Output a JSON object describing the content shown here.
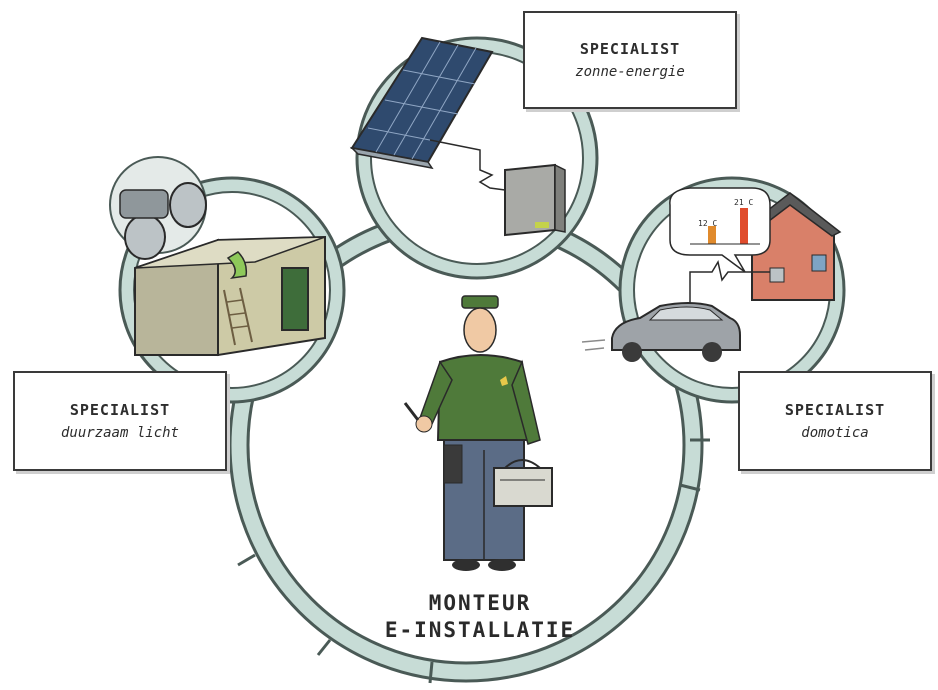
{
  "center": {
    "line1": "MONTEUR",
    "line2": "E-INSTALLATIE"
  },
  "specialists": {
    "solar": {
      "title": "SPECIALIST",
      "subtitle": "zonne-energie"
    },
    "lighting": {
      "title": "SPECIALIST",
      "subtitle": "duurzaam licht"
    },
    "domotica": {
      "title": "SPECIALIST",
      "subtitle": "domotica"
    }
  },
  "graph_labels": {
    "left": "12 C",
    "right": "21 C"
  },
  "colors": {
    "ring": "#c7dcd6",
    "ring_edge": "#4a5a56",
    "uniform": "#4f7a3a",
    "trousers": "#5b6c86",
    "wall": "#c9c8a0",
    "house": "#d98069",
    "panel": "#3b5478"
  }
}
